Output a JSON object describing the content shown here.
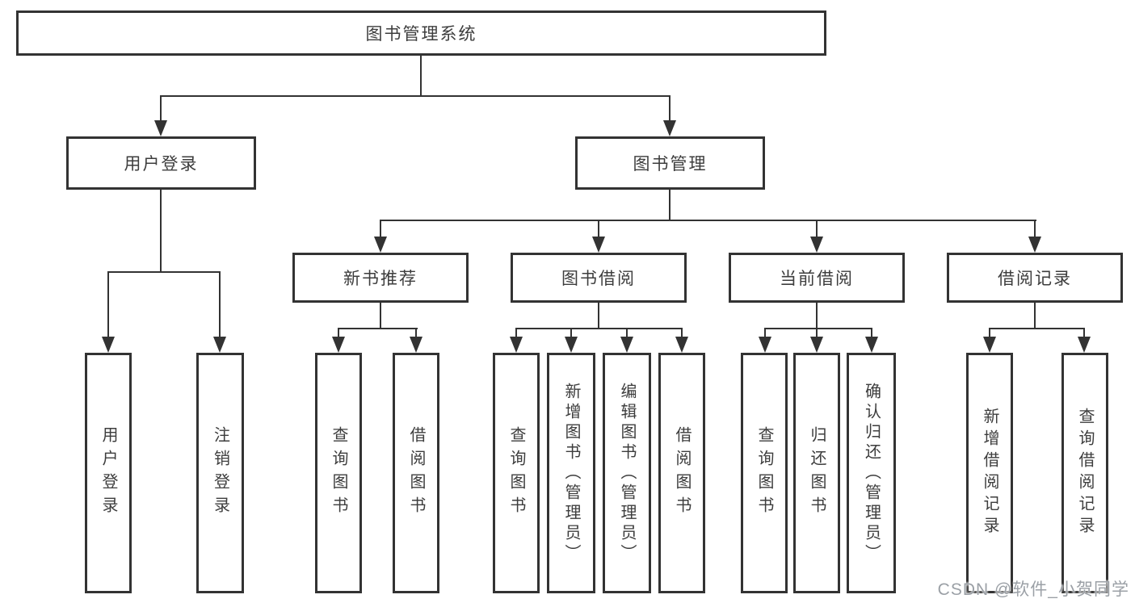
{
  "diagram": {
    "title": "图书管理系统",
    "branches": [
      {
        "label": "用户登录",
        "leaves": [
          "用户登录",
          "注销登录"
        ]
      },
      {
        "label": "图书管理",
        "sections": [
          {
            "label": "新书推荐",
            "leaves": [
              "查询图书",
              "借阅图书"
            ]
          },
          {
            "label": "图书借阅",
            "leaves": [
              "查询图书",
              "新增图书（管理员）",
              "编辑图书（管理员）",
              "借阅图书"
            ]
          },
          {
            "label": "当前借阅",
            "leaves": [
              "查询图书",
              "归还图书",
              "确认归还（管理员）"
            ]
          },
          {
            "label": "借阅记录",
            "leaves": [
              "新增借阅记录",
              "查询借阅记录"
            ]
          }
        ]
      }
    ],
    "line_color": "#333333",
    "text_color": "#3d3d3d"
  },
  "watermark": "CSDN @软件_小贺同学"
}
